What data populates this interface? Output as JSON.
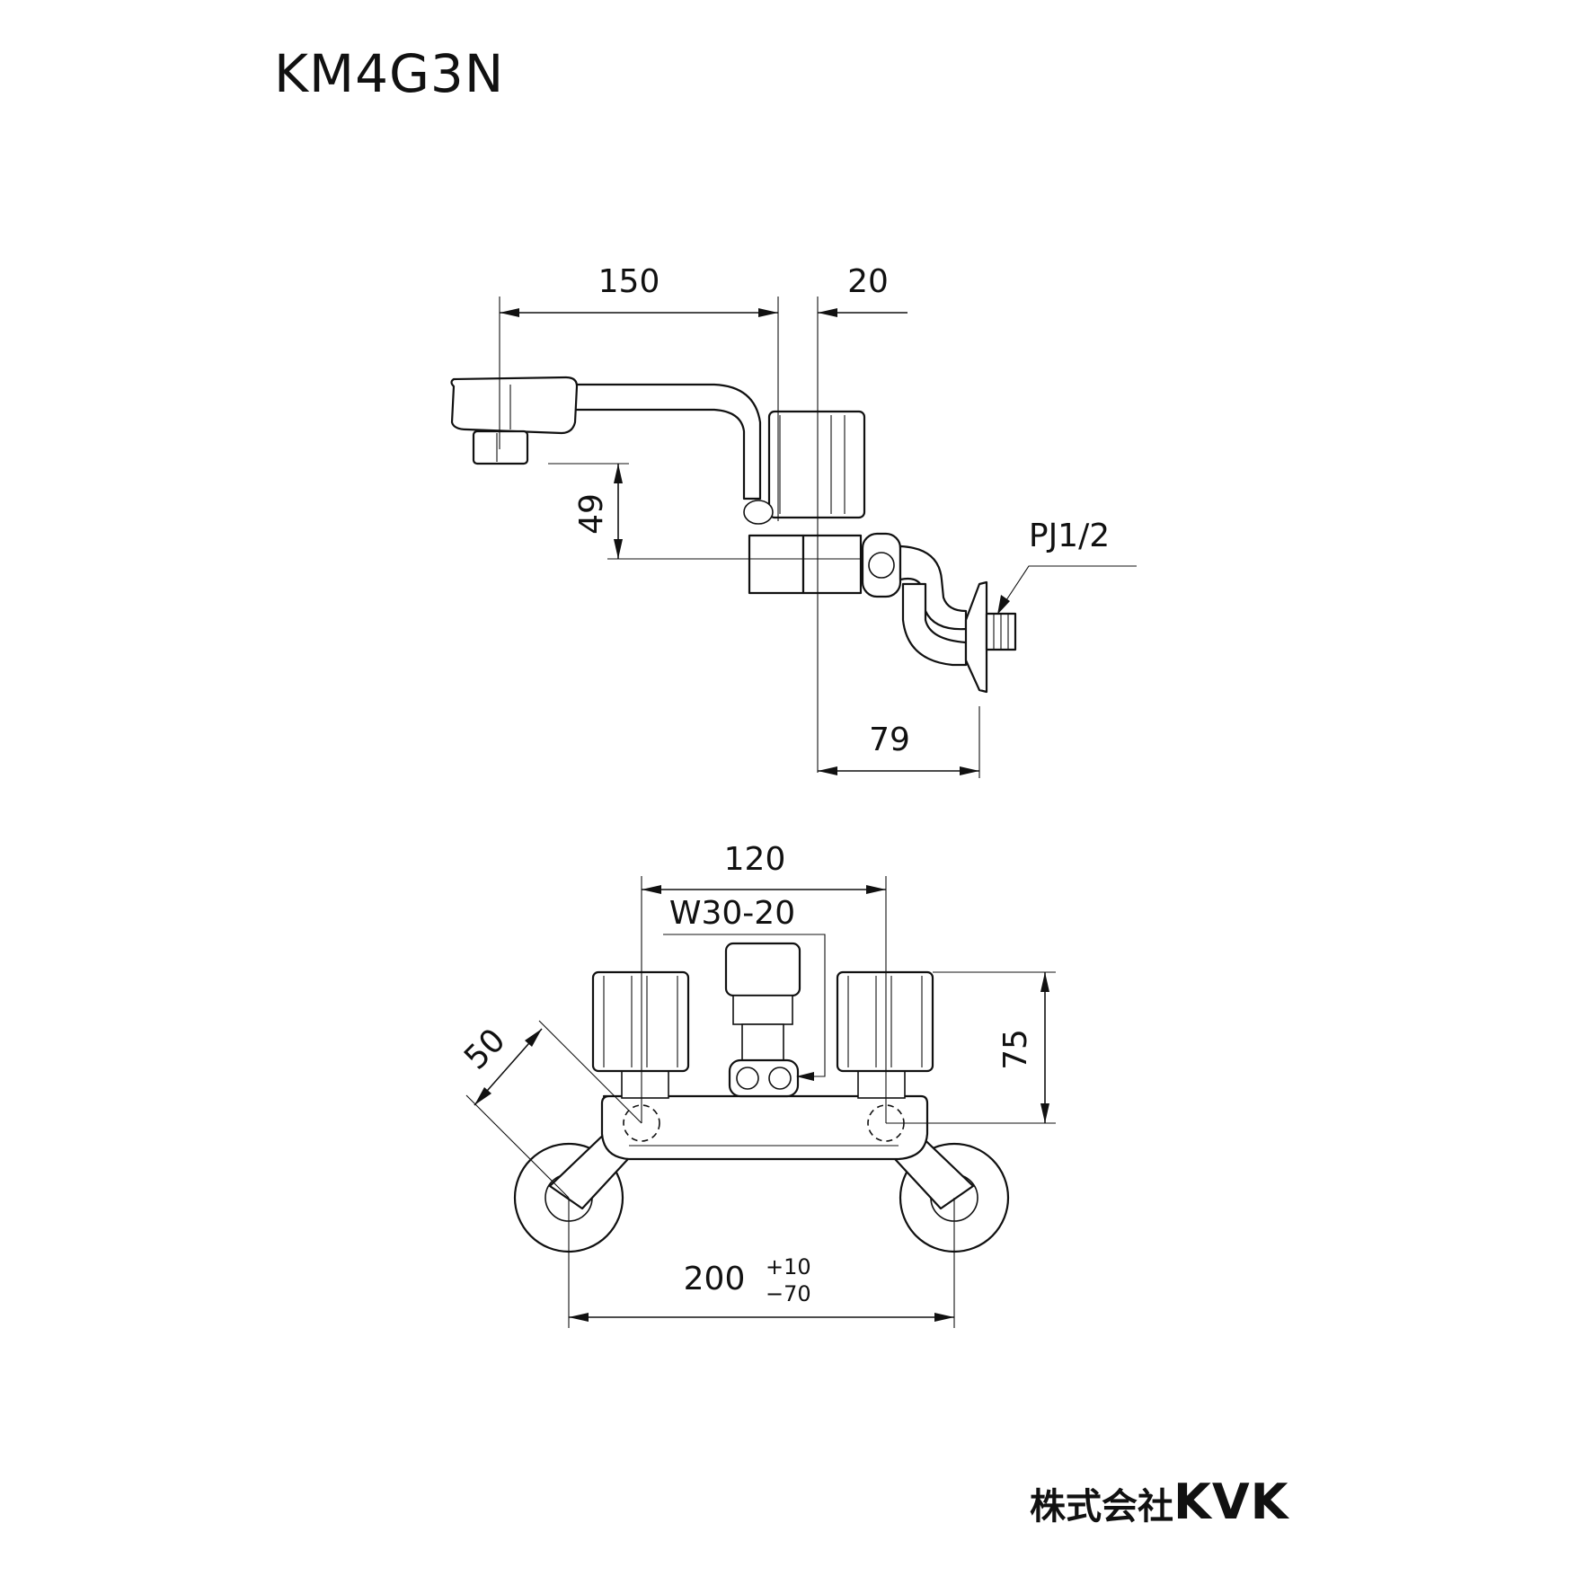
{
  "title": "KM4G3N",
  "brand": {
    "japanese": "株式会社",
    "name": "KVK"
  },
  "side_view": {
    "dim_spout_length": "150",
    "dim_body_offset": "20",
    "dim_spout_height": "49",
    "dim_wall_depth": "79",
    "connection_label": "PJ1/2"
  },
  "front_view": {
    "dim_handle_spacing": "120",
    "outlet_label": "W30-20",
    "dim_height": "75",
    "dim_diagonal": "50",
    "dim_mount_spacing": "200",
    "tol_plus": "+10",
    "tol_minus": "−70"
  }
}
